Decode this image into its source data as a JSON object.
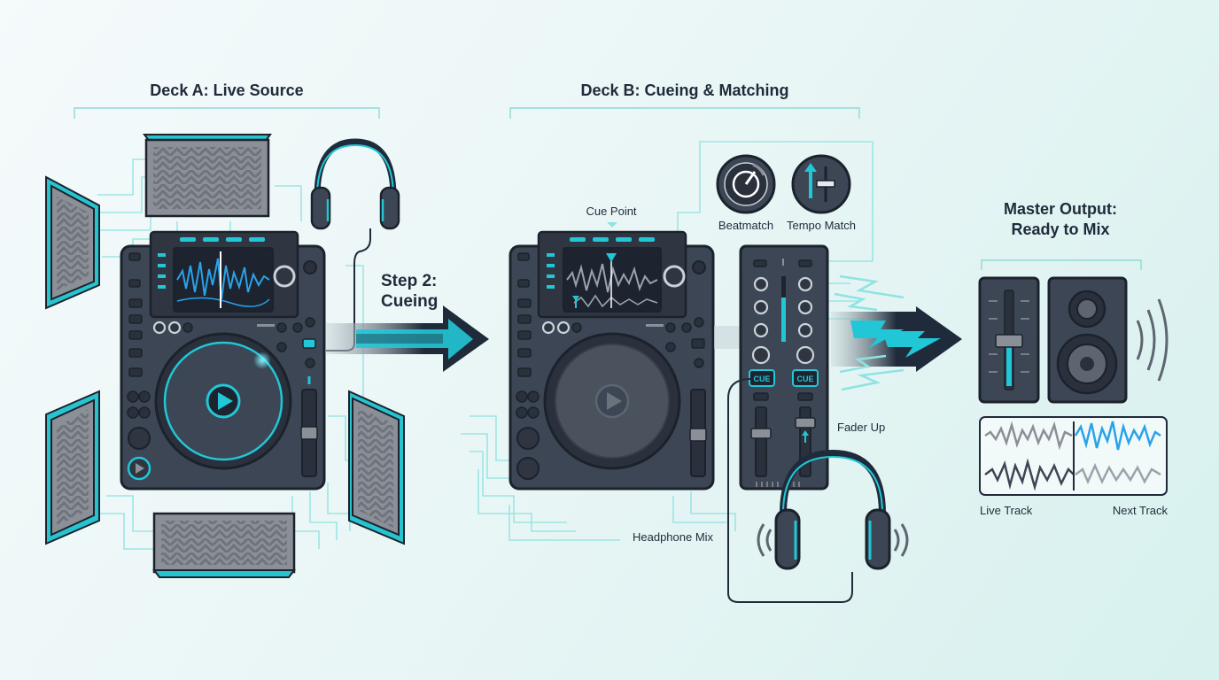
{
  "labels": {
    "deck_a_title": "Deck A: Live Source",
    "deck_b_title": "Deck B: Cueing & Matching",
    "step2_line1": "Step 2:",
    "step2_line2": "Cueing",
    "cue_point": "Cue Point",
    "beatmatch": "Beatmatch",
    "tempo_match": "Tempo Match",
    "master_line1": "Master Output:",
    "master_line2": "Ready to Mix",
    "fader_up": "Fader Up",
    "headphone_mix": "Headphone Mix",
    "live_track": "Live Track",
    "next_track": "Next Track",
    "cue_button": "CUE"
  },
  "colors": {
    "accent": "#21c7d6",
    "deck_body": "#3d4654",
    "deck_dark": "#2a313d",
    "outline": "#1b222c",
    "panel_gray": "#8b8f97",
    "text": "#1f2a3a"
  },
  "icons": [
    "headphones-icon",
    "play-icon",
    "beatmatch-icon",
    "tempo-match-icon",
    "speaker-icon",
    "sound-waves-icon",
    "arrow-icon"
  ]
}
